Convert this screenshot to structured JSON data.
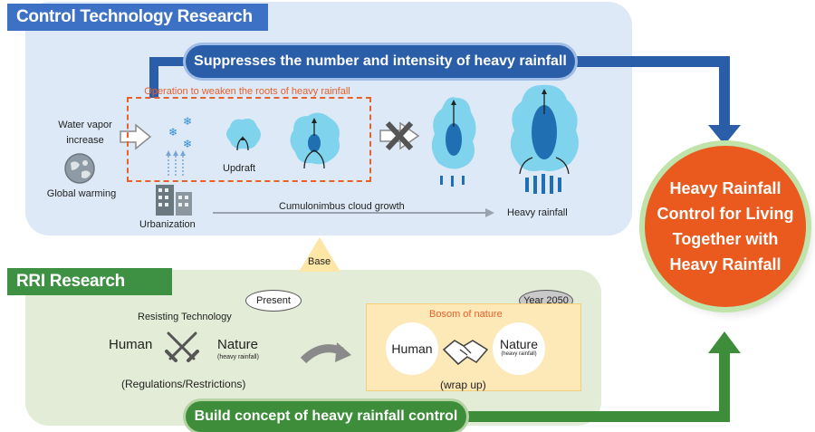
{
  "sections": {
    "control_tech": "Control Technology Research",
    "rri": "RRI Research"
  },
  "control": {
    "suppresses": "Suppresses the number and intensity of heavy rainfall",
    "operation": "Operation to weaken the roots of heavy rainfall",
    "water_vapor": "Water vapor",
    "increase": "increase",
    "global_warming": "Global warming",
    "updraft": "Updraft",
    "urbanization": "Urbanization",
    "cumulonimbus": "Cumulonimbus cloud growth",
    "heavy_rainfall": "Heavy rainfall"
  },
  "goal": {
    "lines": [
      "Heavy Rainfall",
      "Control for Living",
      "Together with",
      "Heavy Rainfall"
    ]
  },
  "base_label": "Base",
  "rri": {
    "present": "Present",
    "year": "Year 2050",
    "resisting": "Resisting  Technology",
    "human": "Human",
    "nature": "Nature",
    "nature_sub": "(heavy rainfall)",
    "regulations": "(Regulations/Restrictions)",
    "bosom": "Bosom  of nature",
    "wrap_up": "(wrap up)",
    "build": "Build concept of heavy rainfall control"
  },
  "colors": {
    "blue_accent": "#2b5ea9",
    "green_accent": "#3d8d3a",
    "orange": "#ea5a1e",
    "cloud": "#7fd3ec"
  }
}
